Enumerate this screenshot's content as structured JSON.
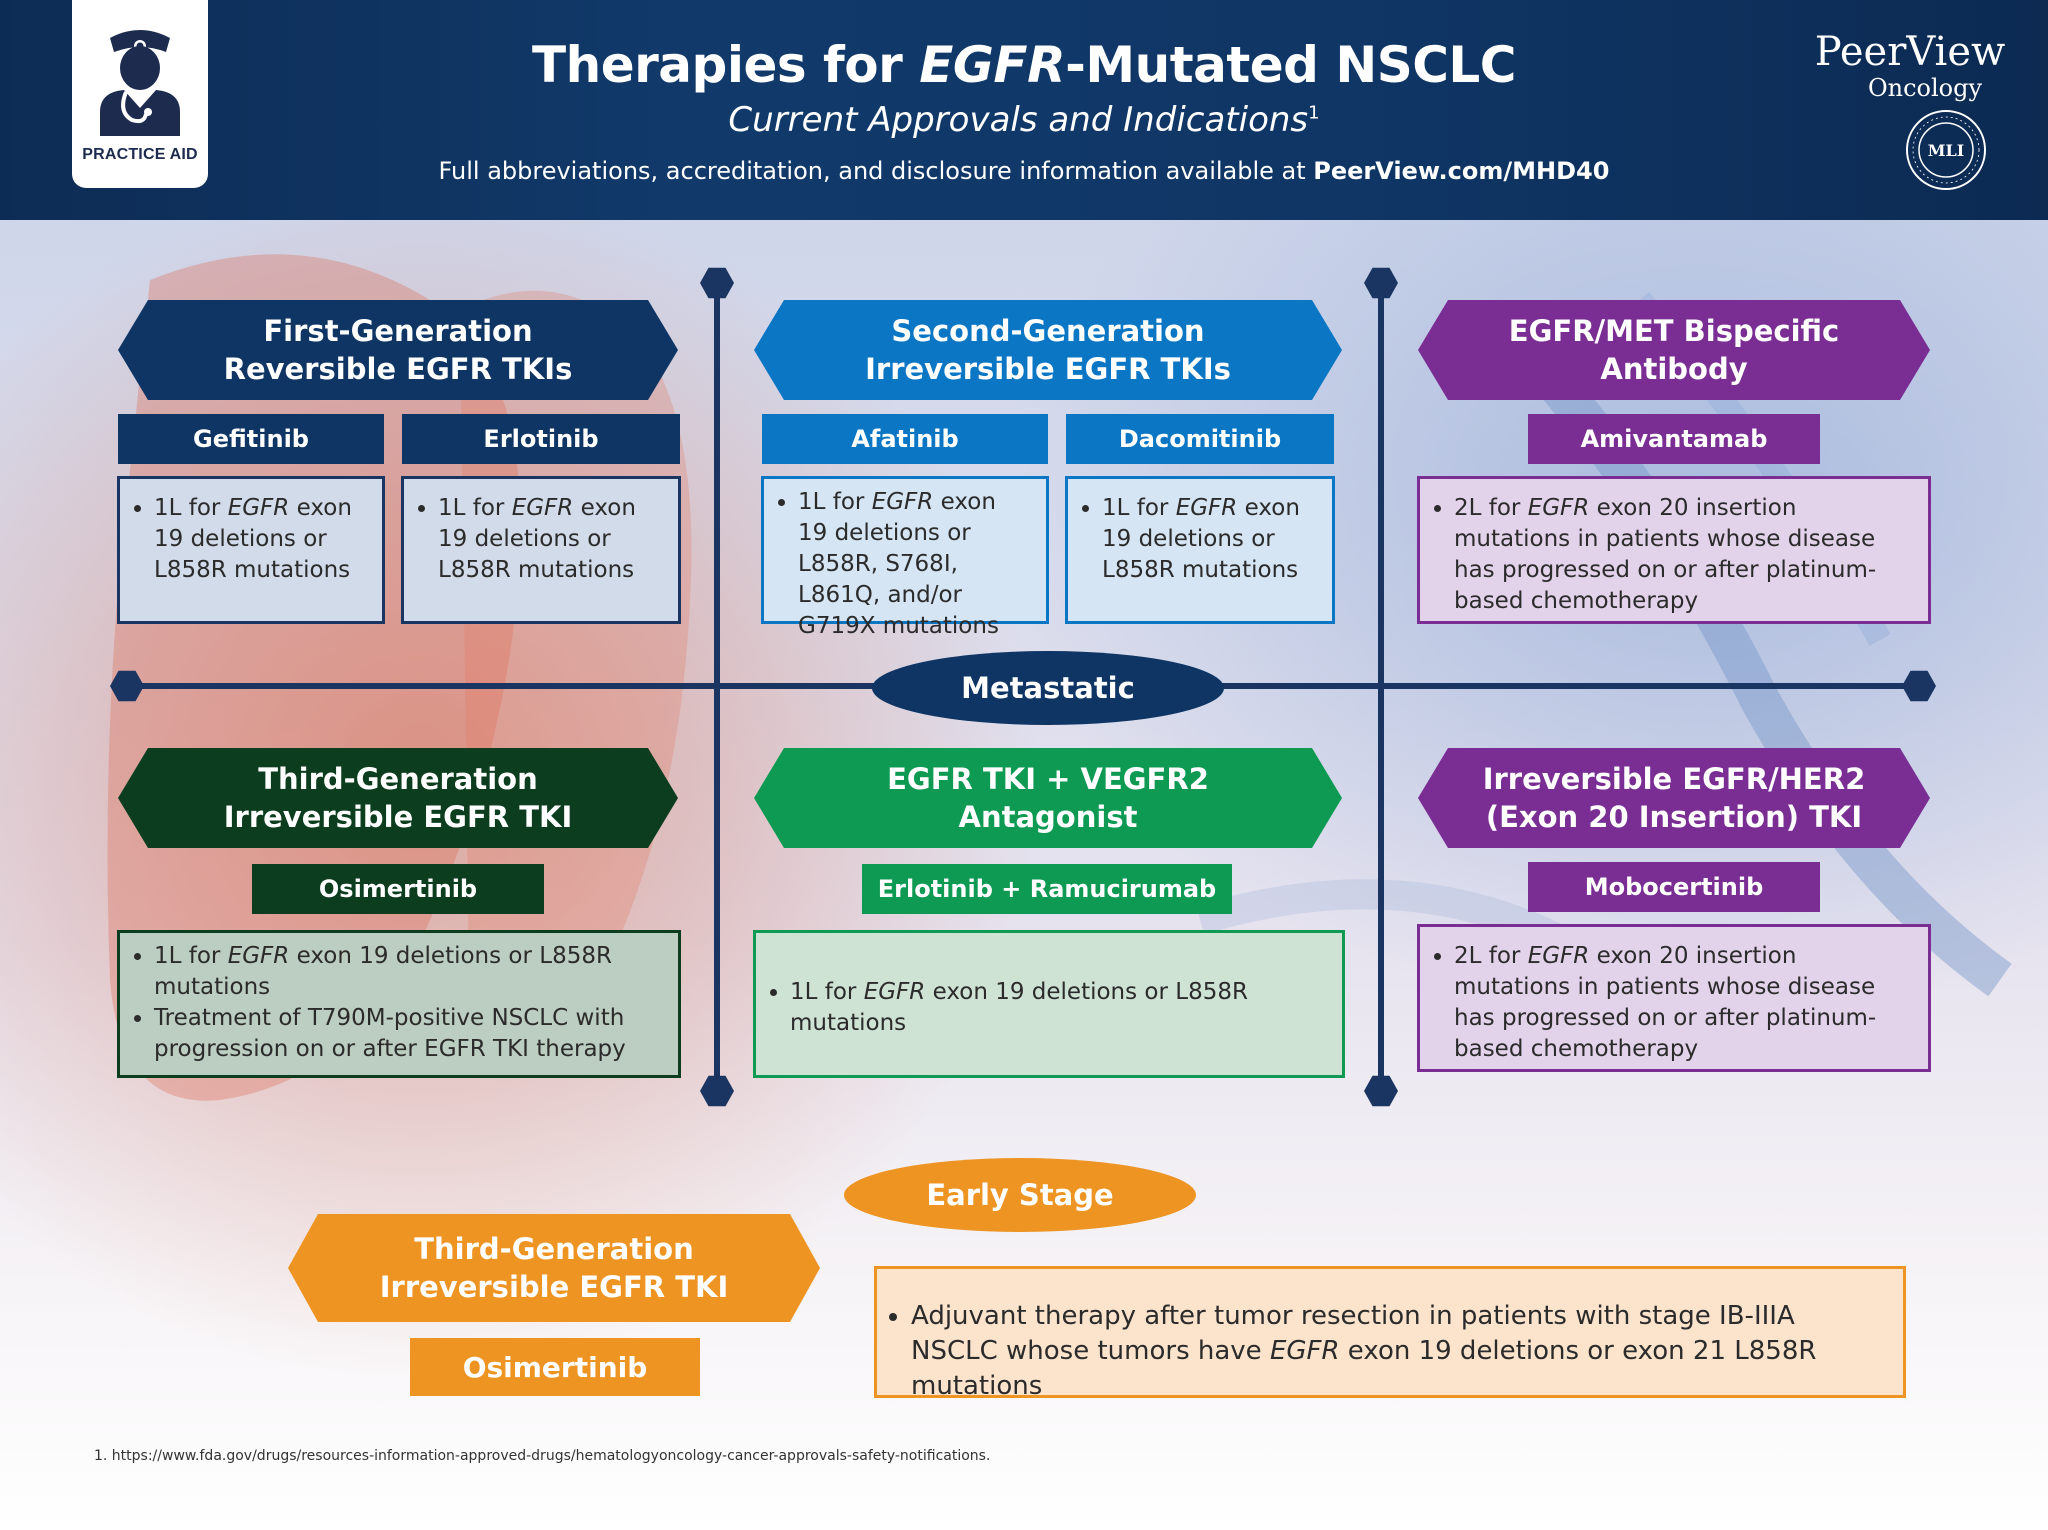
{
  "header": {
    "badge_label": "PRACTICE AID",
    "title": "Therapies for EGFR-Mutated NSCLC",
    "subtitle": "Current Approvals and Indications",
    "subtitle_ref": "1",
    "info_prefix": "Full abbreviations, accreditation, and disclosure information available at ",
    "info_link": "PeerView.com/MHD40",
    "brand_main": "PeerView",
    "brand_sub": "Oncology",
    "mli_label": "MLI"
  },
  "axis": {
    "metastatic_label": "Metastatic",
    "early_stage_label": "Early Stage"
  },
  "metastatic": [
    {
      "category_line1": "First-Generation",
      "category_line2": "Reversible EGFR TKIs",
      "drugs": [
        {
          "name": "Gefitinib",
          "indications": [
            "1L for EGFR exon 19 deletions or L858R mutations"
          ]
        },
        {
          "name": "Erlotinib",
          "indications": [
            "1L for EGFR exon 19 deletions or L858R mutations"
          ]
        }
      ]
    },
    {
      "category_line1": "Second-Generation",
      "category_line2": "Irreversible EGFR TKIs",
      "drugs": [
        {
          "name": "Afatinib",
          "indications": [
            "1L for EGFR exon 19 deletions or L858R, S768I, L861Q, and/or G719X mutations"
          ]
        },
        {
          "name": "Dacomitinib",
          "indications": [
            "1L for EGFR exon 19 deletions or L858R mutations"
          ]
        }
      ]
    },
    {
      "category_line1": "EGFR/MET Bispecific",
      "category_line2": "Antibody",
      "drugs": [
        {
          "name": "Amivantamab",
          "indications": [
            "2L for EGFR exon 20 insertion mutations in patients whose disease has progressed on or after platinum-based chemotherapy"
          ]
        }
      ]
    },
    {
      "category_line1": "Third-Generation",
      "category_line2": "Irreversible EGFR TKI",
      "drugs": [
        {
          "name": "Osimertinib",
          "indications": [
            "1L for EGFR exon 19 deletions or L858R mutations",
            "Treatment of T790M-positive NSCLC with progression on or after EGFR TKI therapy"
          ]
        }
      ]
    },
    {
      "category_line1": "EGFR TKI + VEGFR2",
      "category_line2": "Antagonist",
      "drugs": [
        {
          "name": "Erlotinib + Ramucirumab",
          "indications": [
            "1L for EGFR exon 19 deletions or L858R mutations"
          ]
        }
      ]
    },
    {
      "category_line1": "Irreversible EGFR/HER2",
      "category_line2": "(Exon 20 Insertion) TKI",
      "drugs": [
        {
          "name": "Mobocertinib",
          "indications": [
            "2L for EGFR exon 20 insertion mutations in patients whose disease has progressed on or after platinum-based chemotherapy"
          ]
        }
      ]
    }
  ],
  "early_stage": {
    "category_line1": "Third-Generation",
    "category_line2": "Irreversible EGFR TKI",
    "drug": "Osimertinib",
    "indication": "Adjuvant therapy after tumor resection in patients with stage IB-IIIA NSCLC whose tumors have EGFR exon 19 deletions or exon 21 L858R mutations"
  },
  "footnote": "1. https://www.fda.gov/drugs/resources-information-approved-drugs/hematologyoncology-cancer-approvals-safety-notifications.",
  "colors": {
    "navy": "#0f3564",
    "blue": "#0b76c4",
    "purple": "#7a2e94",
    "dark_green": "#0b3d1e",
    "green": "#0e9a53",
    "orange": "#ee9422"
  }
}
